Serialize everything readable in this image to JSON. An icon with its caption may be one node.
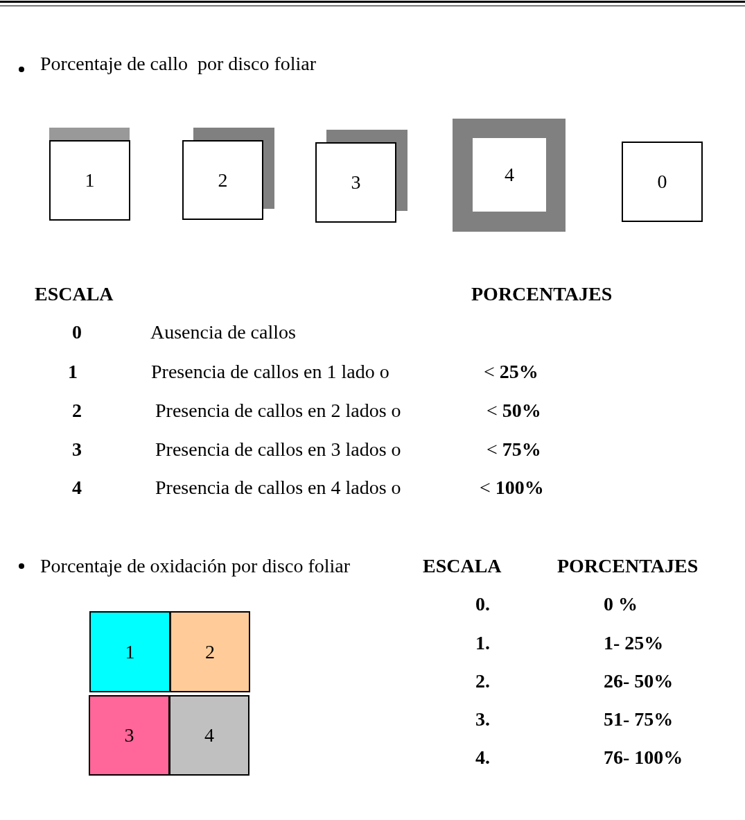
{
  "diagram": {
    "nodes": [
      {
        "text": [
          "1"
        ]
      },
      {
        "text": [
          "2"
        ]
      },
      {
        "text": [
          "3"
        ]
      },
      {
        "text": [
          "4"
        ]
      },
      {
        "text": [
          "0"
        ]
      },
      {
        "text": [
          "1"
        ]
      },
      {
        "text": [
          "2"
        ]
      },
      {
        "text": [
          "3"
        ]
      },
      {
        "text": [
          "4"
        ]
      }
    ],
    "labels": [
      "Porcentaje de callo  por disco foliar",
      "ESCALA",
      "PORCENTAJES",
      "0",
      "Ausencia de callos",
      "1",
      "Presencia de callos en 1 lado o",
      "< **25%**",
      "2",
      "Presencia de callos en 2 lados o",
      "< **50%**",
      "3",
      "Presencia de callos en 3 lados o",
      "< **75%**",
      "4",
      "Presencia de callos en 4 lados o",
      "< **100%**",
      "Porcentaje de oxidación por disco foliar",
      "ESCALA",
      "PORCENTAJES",
      "0.",
      "0 %",
      "1.",
      "1- 25%",
      "2.",
      "26- 50%",
      "3.",
      "51- 75%",
      "4.",
      "76- 100%"
    ]
  }
}
